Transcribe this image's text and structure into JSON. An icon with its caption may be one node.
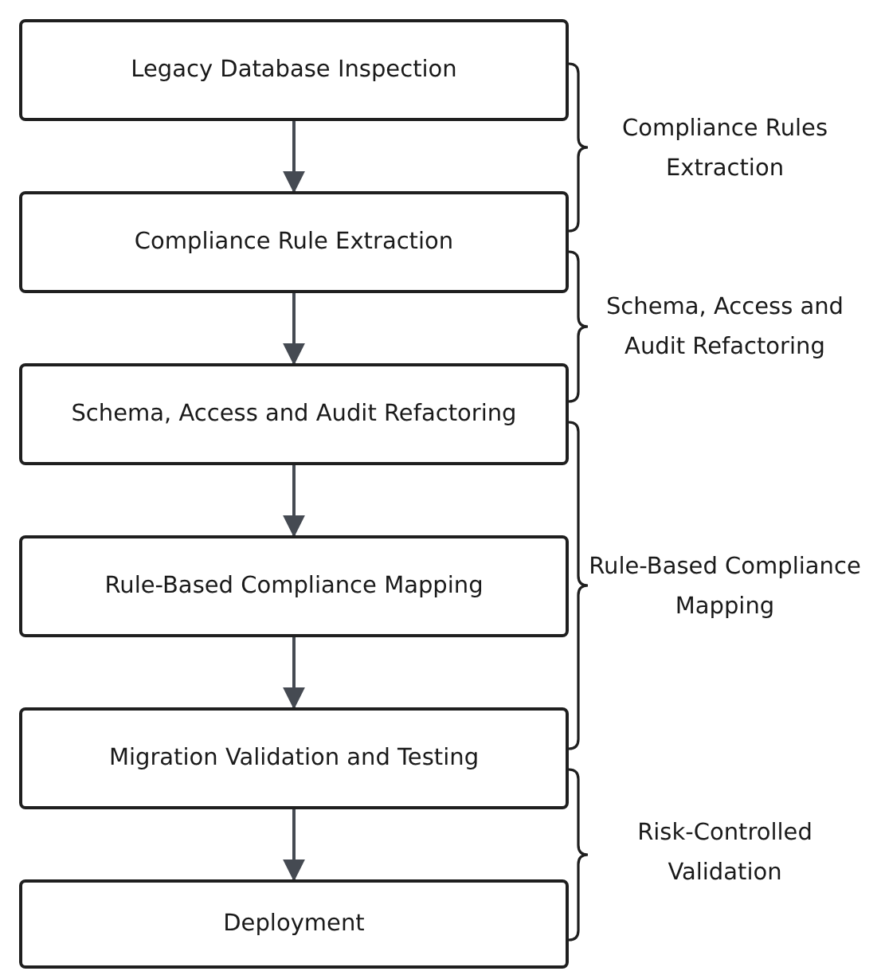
{
  "diagram": {
    "nodes": [
      {
        "text": [
          "Legacy Database Inspection"
        ]
      },
      {
        "text": [
          "Compliance Rule Extraction"
        ]
      },
      {
        "text": [
          "Schema, Access and Audit Refactoring"
        ]
      },
      {
        "text": [
          "Rule-Based Compliance Mapping"
        ]
      },
      {
        "text": [
          "Migration Validation and Testing"
        ]
      },
      {
        "text": [
          "Deployment"
        ]
      }
    ],
    "edges": [
      {
        "from": 0,
        "to": 1,
        "arrow": "to"
      },
      {
        "from": 1,
        "to": 2,
        "arrow": "to"
      },
      {
        "from": 2,
        "to": 3,
        "arrow": "to"
      },
      {
        "from": 3,
        "to": 4,
        "arrow": "to"
      },
      {
        "from": 4,
        "to": 5,
        "arrow": "to"
      }
    ],
    "labels": [
      "Compliance Rules Extraction",
      "Schema, Access and Audit Refactoring",
      "Rule-Based Compliance Mapping",
      "Risk-Controlled Validation"
    ]
  }
}
